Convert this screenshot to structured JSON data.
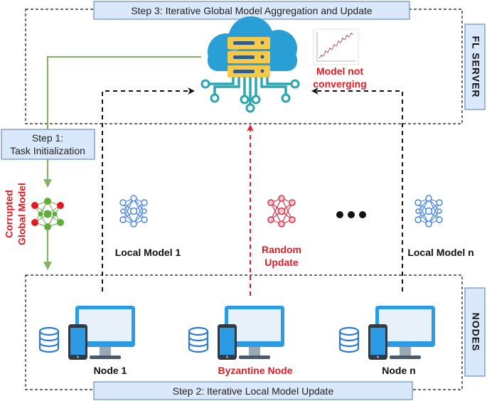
{
  "server": {
    "label": "FL SERVER",
    "step3": "Step 3: Iterative Global Model Aggregation and Update",
    "warning_line1": "Model not",
    "warning_line2": "converging"
  },
  "step1": {
    "line1": "Step 1:",
    "line2": "Task Initialization"
  },
  "global_model": {
    "line1": "Corrupted",
    "line2": "Global Model"
  },
  "models": {
    "local_1": "Local Model 1",
    "random_line1": "Random",
    "random_line2": "Update",
    "local_n": "Local Model n"
  },
  "nodes": {
    "label": "NODES",
    "step2": "Step 2: Iterative Local Model Update",
    "node_1": "Node 1",
    "byzantine": "Byzantine Node",
    "node_n": "Node n"
  },
  "colors": {
    "green": "#82b366",
    "red": "#e11b22",
    "blue_box_fill": "#dae8fc",
    "blue_box_stroke": "#6c8ebf",
    "nn_blue": "#4a86e8",
    "monitor": "#2b9be6",
    "server": "#f7c94a",
    "cloud": "#2a9fd6"
  },
  "icons": [
    "cloud-server-icon",
    "line-chart-thumbnail-icon",
    "neural-network-icon",
    "monitor-icon",
    "phone-icon",
    "database-icon",
    "ellipsis-icon"
  ]
}
